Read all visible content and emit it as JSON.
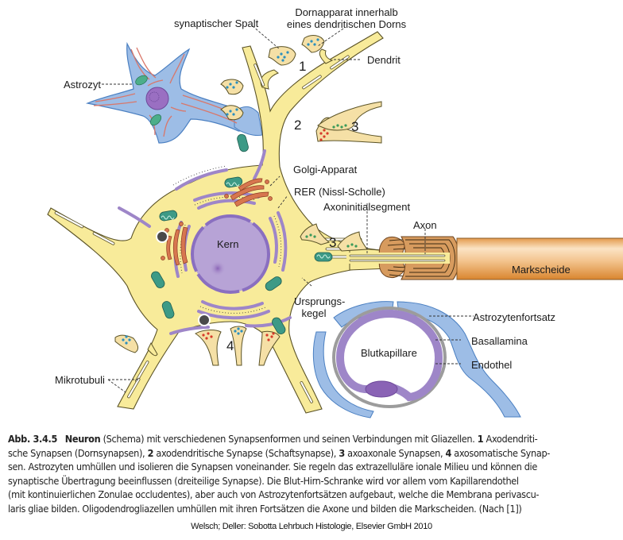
{
  "figure": {
    "labels": {
      "synaptic_cleft": "synaptischer Spalt",
      "spine_apparatus_line1": "Dornapparat innerhalb",
      "spine_apparatus_line2": "eines dendritischen Dorns",
      "dendrite": "Dendrit",
      "astrocyte": "Astrozyt",
      "golgi": "Golgi-Apparat",
      "rer": "RER (Nissl-Scholle)",
      "axon_initial_segment": "Axoninitialsegment",
      "axon": "Axon",
      "nucleus": "Kern",
      "myelin_sheath": "Markscheide",
      "axon_hillock_line1": "Ursprungs-",
      "axon_hillock_line2": "kegel",
      "astrocyte_process": "Astrozytenfortsatz",
      "basal_lamina": "Basallamina",
      "blood_capillary": "Blutkapillare",
      "endothelium": "Endothel",
      "microtubules": "Mikrotubuli"
    },
    "synapse_numbers": [
      "1",
      "2",
      "3",
      "3",
      "4"
    ],
    "colors": {
      "cytoplasm": "#f8eb9a",
      "astrocyte": "#9dbde6",
      "nucleus": "#b7a3d6",
      "rer": "#9e86c8",
      "golgi": "#d7764f",
      "mitochondria": "#3d9a86",
      "myelin": "#e8a35a",
      "vesicles_blue": "#2b8fbf",
      "vesicles_red": "#d63a2a",
      "vesicles_green": "#3b9a5a"
    }
  },
  "caption": {
    "figure_number": "Abb. 3.4.5",
    "title_bold": "Neuron",
    "lines": [
      [
        {
          "t": " (Schema) mit verschiedenen Synapsenformen und seinen Verbindungen mit Gliazellen. "
        },
        {
          "b": "1"
        },
        {
          "t": " Axodendriti-"
        }
      ],
      [
        {
          "t": "sche Synapsen (Dornsynapsen), "
        },
        {
          "b": "2"
        },
        {
          "t": " axodendritische Synapse (Schaftsynapse), "
        },
        {
          "b": "3"
        },
        {
          "t": " axoaxonale Synapsen, "
        },
        {
          "b": "4"
        },
        {
          "t": " axosomatische Synap-"
        }
      ],
      [
        {
          "t": "sen. Astrozyten umhüllen und isolieren die Synapsen voneinander. Sie regeln das extrazelluläre ionale Milieu und können die"
        }
      ],
      [
        {
          "t": "synaptische Übertragung beeinflussen (dreiteilige Synapse). Die Blut-Hirn-Schranke wird vor allem vom Kapillarendothel"
        }
      ],
      [
        {
          "t": "(mit kontinuierlichen Zonulae occludentes), aber auch von Astrozytenfortsätzen aufgebaut, welche die Membrana perivascu-"
        }
      ],
      [
        {
          "t": "laris gliae bilden. Oligodendrogliazellen umhüllen mit ihren Fortsätzen die Axone und bilden die Markscheiden. (Nach [1])"
        }
      ]
    ]
  },
  "source": "Welsch; Deller: Sobotta Lehrbuch Histologie, Elsevier GmbH 2010"
}
